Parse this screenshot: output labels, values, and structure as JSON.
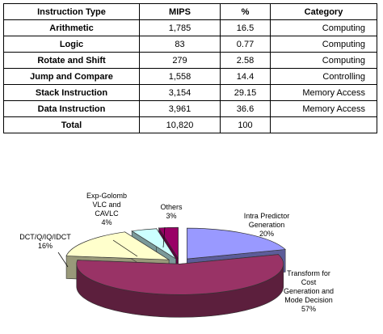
{
  "table": {
    "headers": [
      "Instruction Type",
      "MIPS",
      "%",
      "Category"
    ],
    "rows": [
      {
        "type": "Arithmetic",
        "mips": "1,785",
        "pct": "16.5",
        "category": "Computing"
      },
      {
        "type": "Logic",
        "mips": "83",
        "pct": "0.77",
        "category": "Computing"
      },
      {
        "type": "Rotate and Shift",
        "mips": "279",
        "pct": "2.58",
        "category": "Computing"
      },
      {
        "type": "Jump and Compare",
        "mips": "1,558",
        "pct": "14.4",
        "category": "Controlling"
      },
      {
        "type": "Stack Instruction",
        "mips": "3,154",
        "pct": "29.15",
        "category": "Memory Access"
      },
      {
        "type": "Data Instruction",
        "mips": "3,961",
        "pct": "36.6",
        "category": "Memory Access"
      },
      {
        "type": "Total",
        "mips": "10,820",
        "pct": "100",
        "category": ""
      }
    ]
  },
  "chart_data": {
    "type": "pie",
    "style": "3d-exploded",
    "slices": [
      {
        "label_lines": [
          "Intra Predictor",
          "Generation",
          "20%"
        ],
        "value": 20,
        "color": "#9999ff"
      },
      {
        "label_lines": [
          "Transform for",
          "Cost",
          "Generation and",
          "Mode Decision",
          "57%"
        ],
        "value": 57,
        "color": "#993366"
      },
      {
        "label_lines": [
          "DCT/Q/IQ/IDCT",
          "16%"
        ],
        "value": 16,
        "color": "#ffffcc"
      },
      {
        "label_lines": [
          "Exp-Golomb",
          "VLC and",
          "CAVLC",
          "4%"
        ],
        "value": 4,
        "color": "#ccffff"
      },
      {
        "label_lines": [
          "Others",
          "3%"
        ],
        "value": 3,
        "color": "#990066"
      }
    ]
  }
}
